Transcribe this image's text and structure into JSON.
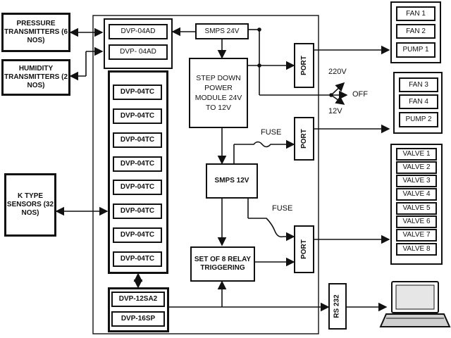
{
  "blocks": {
    "pressure": "PRESSURE TRANSMITTERS (6 NOS)",
    "humidity": "HUMIDITY TRANSMITTERS (2 NOS)",
    "k_type": "K TYPE SENSORS (32 NOS)",
    "dvp04ad": [
      "DVP-04AD",
      "DVP- 04AD"
    ],
    "dvp04tc": [
      "DVP-04TC",
      "DVP-04TC",
      "DVP-04TC",
      "DVP-04TC",
      "DVP-04TC",
      "DVP-04TC",
      "DVP-04TC",
      "DVP-04TC"
    ],
    "dvp12sa2": "DVP-12SA2",
    "dvp16sp": "DVP-16SP",
    "smps24": "SMPS 24V",
    "stepdown": "STEP DOWN POWER MODULE 24V TO 12V",
    "smps12": "SMPS 12V",
    "relay": "SET OF 8 RELAY TRIGGERING",
    "port": "PORT",
    "rs232": "RS 232",
    "fan_group1": [
      "FAN 1",
      "FAN 2",
      "PUMP 1"
    ],
    "fan_group2": [
      "FAN 3",
      "FAN 4",
      "PUMP 2"
    ],
    "valves": [
      "VALVE 1",
      "VALVE 2",
      "VALVE 3",
      "VALVE 4",
      "VALVE 5",
      "VALVE 6",
      "VALVE 7",
      "VALVE 8"
    ]
  },
  "labels": {
    "v220": "220V",
    "v12": "12V",
    "off": "OFF",
    "fuse1": "FUSE",
    "fuse2": "FUSE"
  },
  "icons": [
    "laptop-icon",
    "switch-icon",
    "fuse-icon"
  ]
}
